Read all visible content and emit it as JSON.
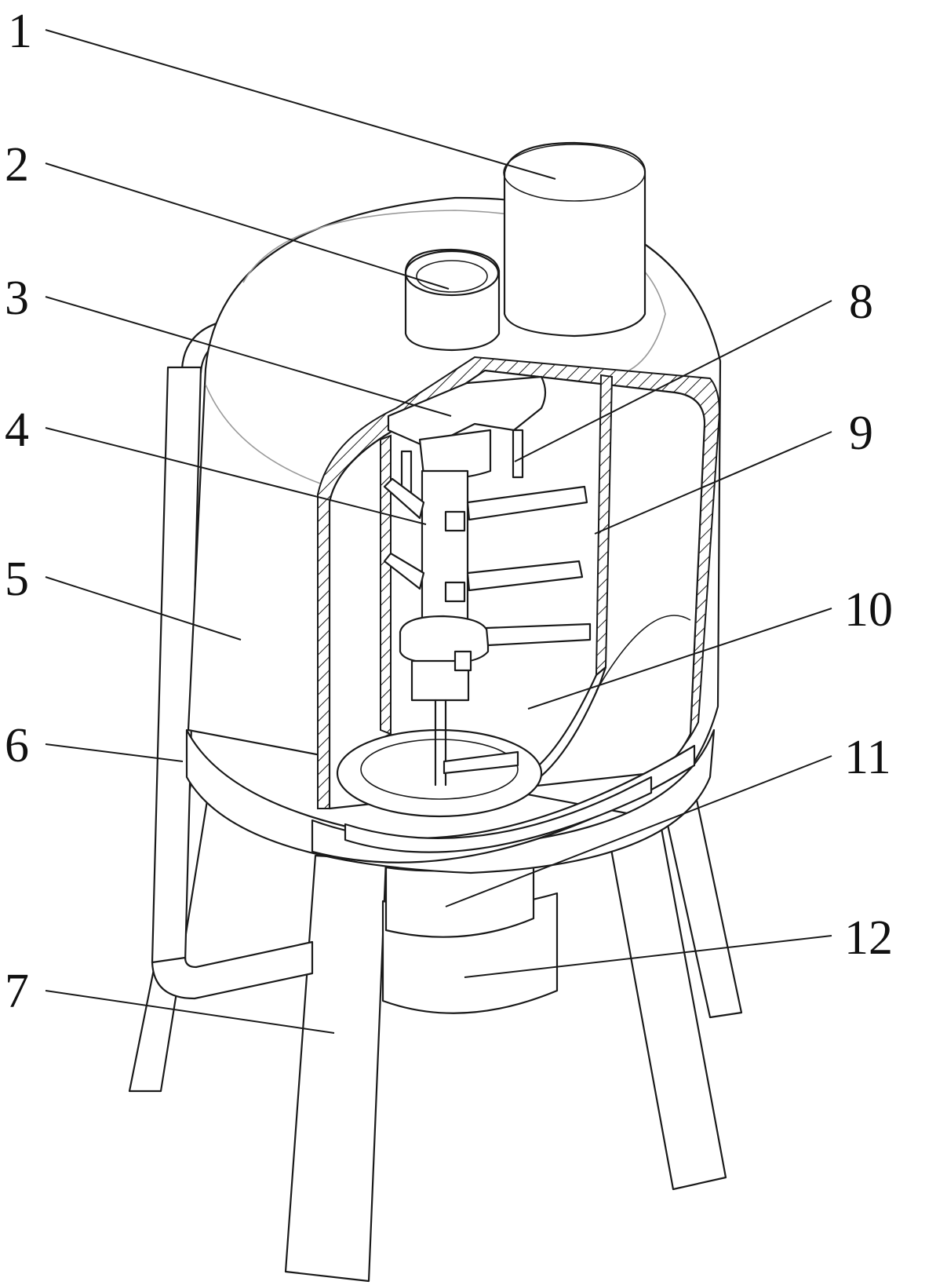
{
  "figure": {
    "reference_numerals": [
      "1",
      "2",
      "3",
      "4",
      "5",
      "6",
      "7",
      "8",
      "9",
      "10",
      "11",
      "12"
    ]
  },
  "colors": {
    "line": "#1a1a1a",
    "background": "#ffffff",
    "faint_line": "#9a9a9a"
  }
}
